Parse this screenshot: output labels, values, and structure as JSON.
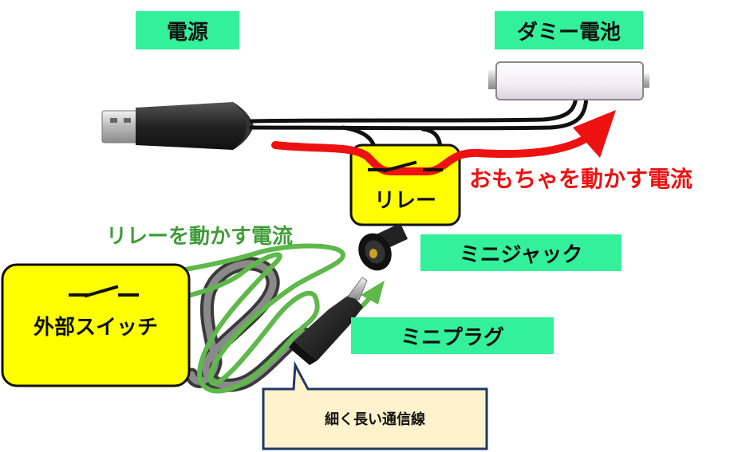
{
  "labels": {
    "power": "電源",
    "dummy_battery": "ダミー電池",
    "relay": "リレー",
    "toy_current": "おもちゃを動かす電流",
    "relay_current": "リレーを動かす電流",
    "mini_jack": "ミニジャック",
    "external_switch": "外部スイッチ",
    "mini_plug": "ミニプラグ",
    "cable_callout": "細く長い通信線"
  },
  "colors": {
    "label_green": "#33f09a",
    "box_yellow": "#ffff00",
    "current_red": "#ee1111",
    "current_green": "#5fb84a",
    "callout_fill": "#fff2cc",
    "callout_border": "#1f3864"
  },
  "icons": [
    "usb-plug-icon",
    "dummy-battery-icon",
    "relay-switch-icon",
    "external-switch-icon",
    "mini-jack-icon",
    "mini-plug-icon"
  ]
}
